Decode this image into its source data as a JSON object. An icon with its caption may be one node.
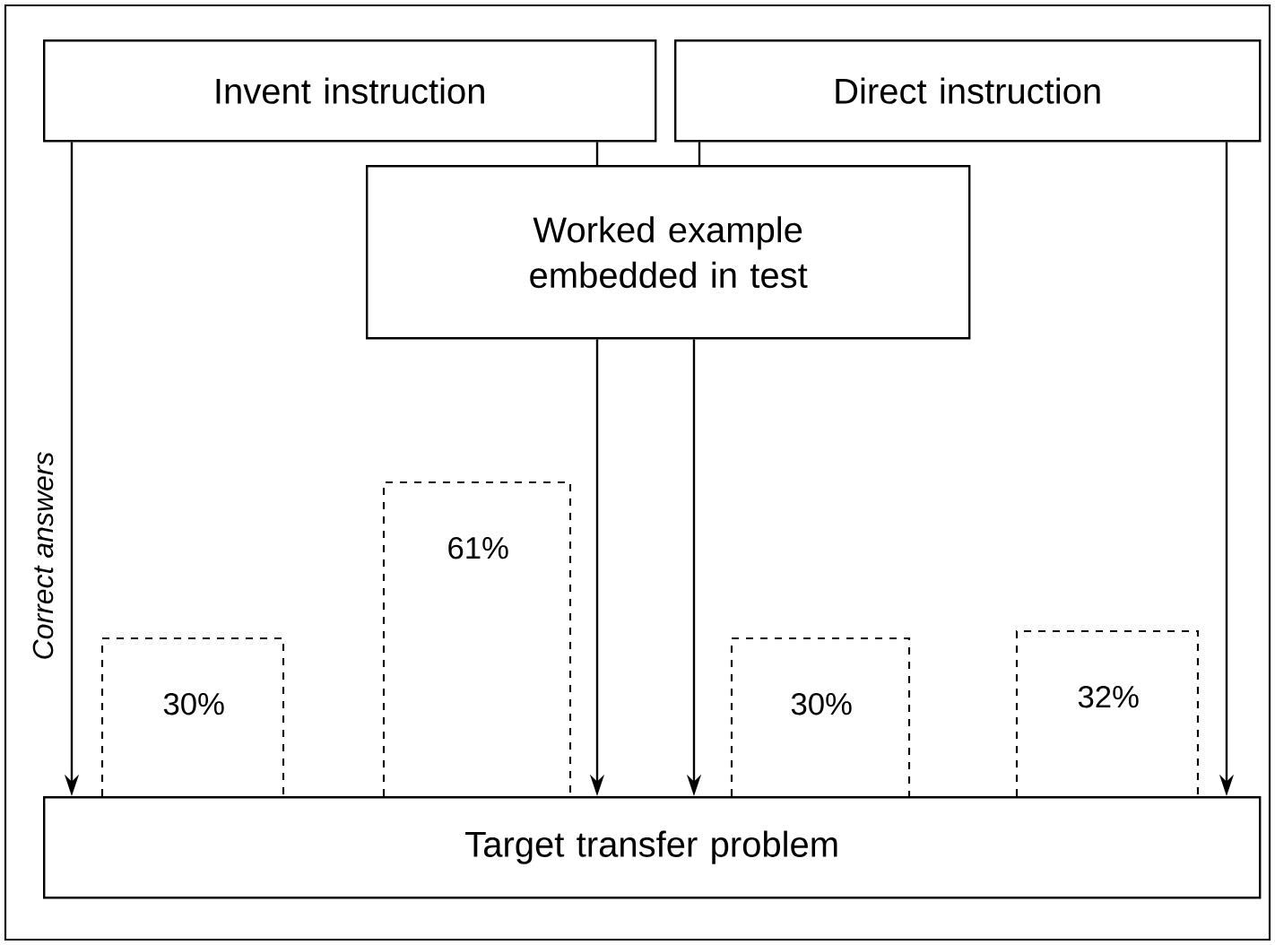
{
  "diagram": {
    "nodes": [
      {
        "text": [
          "Invent instruction"
        ]
      },
      {
        "text": [
          "Direct instruction"
        ]
      },
      {
        "text": [
          "Worked example embedded in test"
        ]
      },
      {
        "text": [
          "Target transfer problem"
        ]
      },
      {
        "text": [
          "30%"
        ]
      },
      {
        "text": [
          "61%"
        ]
      },
      {
        "text": [
          "30%"
        ]
      },
      {
        "text": [
          "32%"
        ]
      }
    ],
    "edges": [
      {
        "from": 0,
        "to": 3,
        "arrow": "to"
      },
      {
        "from": 0,
        "to": 2,
        "arrow": "none"
      },
      {
        "from": 2,
        "to": 3,
        "arrow": "to"
      },
      {
        "from": 1,
        "to": 2,
        "arrow": "none"
      },
      {
        "from": 2,
        "to": 3,
        "arrow": "to"
      },
      {
        "from": 1,
        "to": 3,
        "arrow": "to"
      }
    ],
    "labels": [
      "Correct answers"
    ]
  }
}
